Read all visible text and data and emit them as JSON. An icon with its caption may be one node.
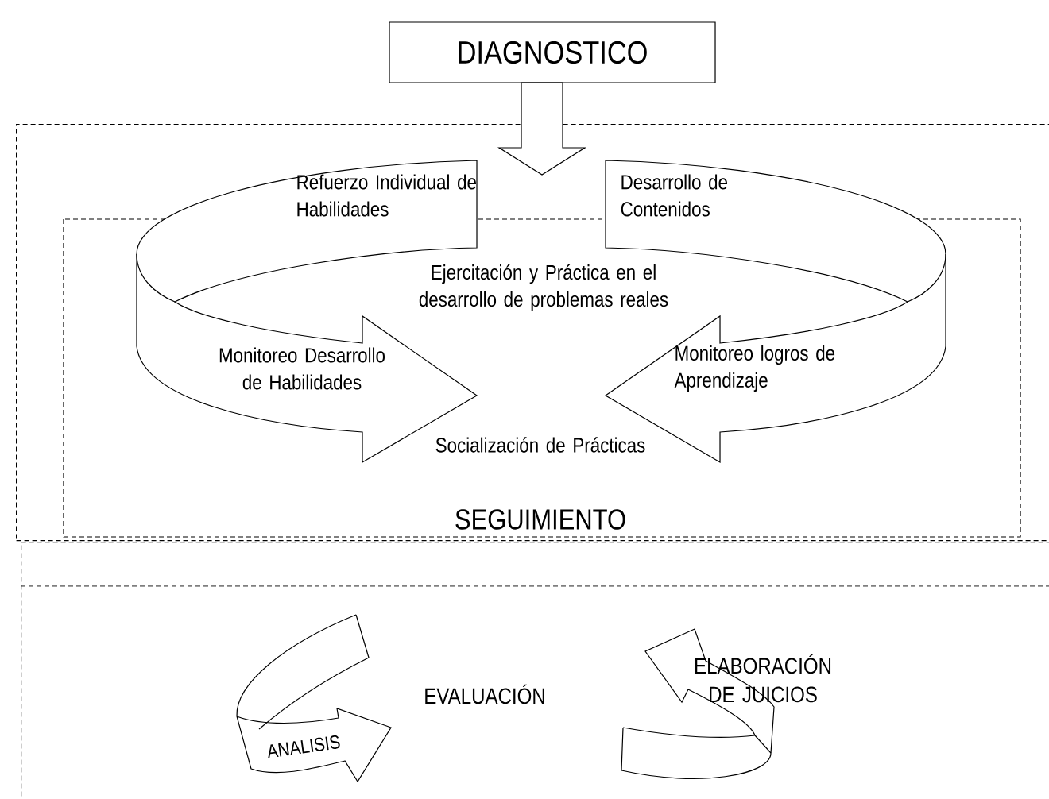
{
  "diagram": {
    "nodes": [
      {
        "text": [
          "DIAGNOSTICO"
        ]
      },
      {
        "text": [
          "SEGUIMIENTO"
        ]
      },
      {
        "text": [
          "EVALUACIÓN"
        ]
      }
    ],
    "edges": [
      {
        "from": 0,
        "to": 1,
        "arrow": "to"
      }
    ],
    "labels": [
      "Refuerzo Individual de Habilidades",
      "Desarrollo de Contenidos",
      "Ejercitación y Práctica en el desarrollo de problemas reales",
      "Monitoreo Desarrollo de Habilidades",
      "Monitoreo logros de Aprendizaje",
      "Socialización de Prácticas",
      "ELABORACIÓN DE JUICIOS",
      "ANALISIS"
    ]
  }
}
